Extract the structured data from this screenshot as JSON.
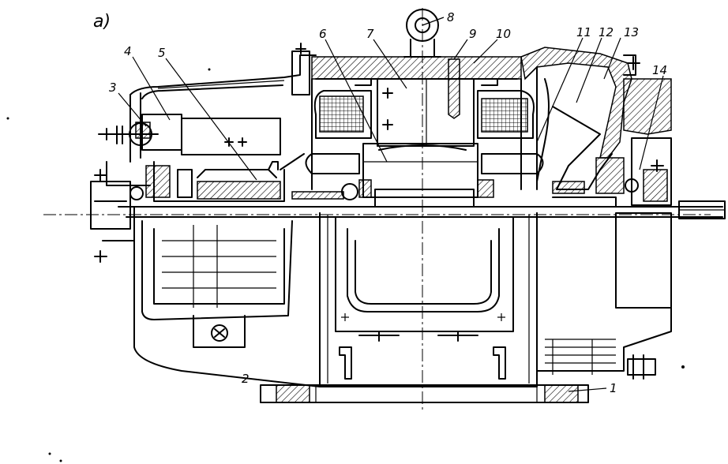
{
  "figure_label": "а)",
  "callouts": [
    "1",
    "2",
    "3",
    "4",
    "5",
    "6",
    "7",
    "8",
    "9",
    "10",
    "11",
    "12",
    "13",
    "14"
  ]
}
